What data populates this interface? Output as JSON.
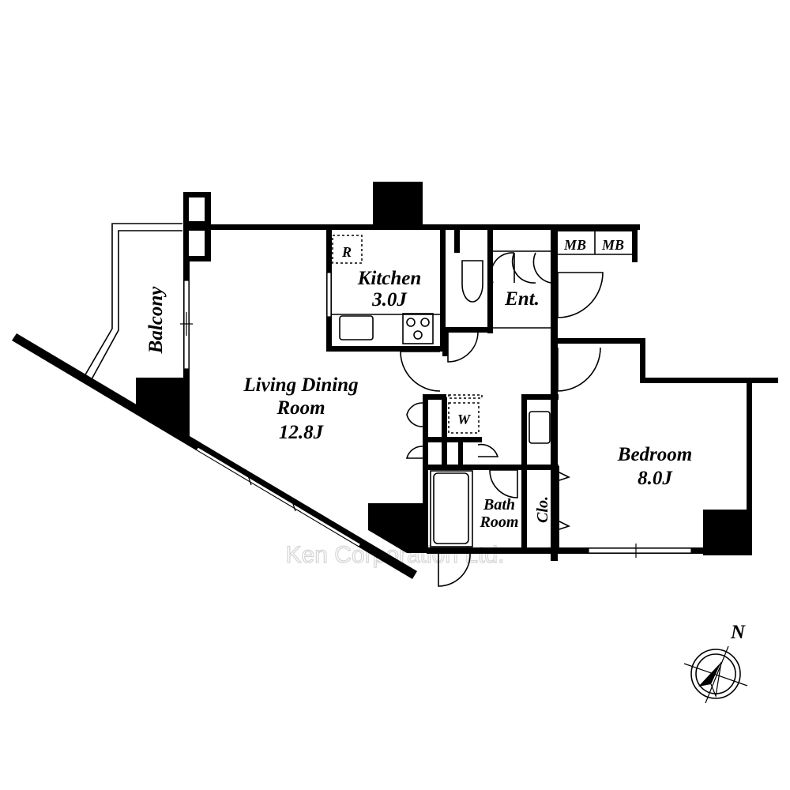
{
  "rooms": {
    "balcony": "Balcony",
    "kitchen": {
      "name": "Kitchen",
      "size": "3.0J"
    },
    "entrance": "Ent.",
    "living": {
      "name_line1": "Living Dining",
      "name_line2": "Room",
      "size": "12.8J"
    },
    "bedroom": {
      "name": "Bedroom",
      "size": "8.0J"
    },
    "bath": {
      "line1": "Bath",
      "line2": "Room"
    },
    "closet": "Clo."
  },
  "fixtures": {
    "refrigerator": "R",
    "washer": "W",
    "meter_box_1": "MB",
    "meter_box_2": "MB"
  },
  "compass": {
    "north": "N"
  },
  "watermark": "Ken Corporation Ltd."
}
